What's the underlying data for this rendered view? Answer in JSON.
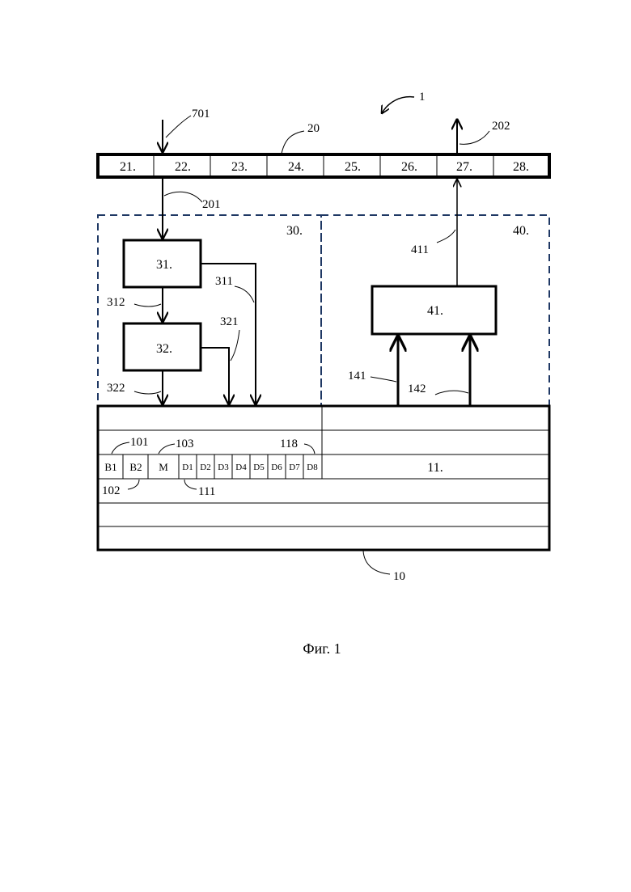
{
  "figure": {
    "ref_main": "1",
    "caption": "Фиг. 1"
  },
  "bus_top": {
    "ref": "20",
    "cells": [
      "21.",
      "22.",
      "23.",
      "24.",
      "25.",
      "26.",
      "27.",
      "28."
    ]
  },
  "module_30": {
    "label": "30."
  },
  "module_40": {
    "label": "40."
  },
  "blocks": {
    "b31": "31.",
    "b32": "32.",
    "b41": "41."
  },
  "memory": {
    "ref": "10",
    "row_label": "11.",
    "cells": [
      "B1",
      "B2",
      "M",
      "D1",
      "D2",
      "D3",
      "D4",
      "D5",
      "D6",
      "D7",
      "D8"
    ]
  },
  "refs": {
    "r701": "701",
    "r202": "202",
    "r201": "201",
    "r311": "311",
    "r312": "312",
    "r321": "321",
    "r322": "322",
    "r411": "411",
    "r141": "141",
    "r142": "142",
    "r101": "101",
    "r102": "102",
    "r103": "103",
    "r111": "111",
    "r118": "118"
  }
}
